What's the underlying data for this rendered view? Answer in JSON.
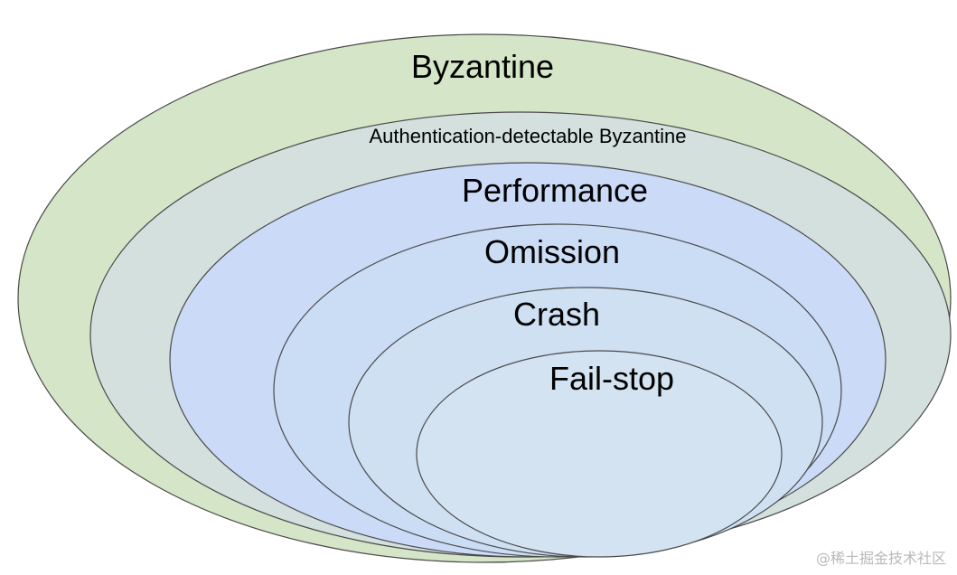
{
  "rings": [
    {
      "label": "Byzantine",
      "fill": "#d5e5c7"
    },
    {
      "label": "Authentication-detectable Byzantine",
      "fill": "#d3e0de"
    },
    {
      "label": "Performance",
      "fill": "#cbdaf6"
    },
    {
      "label": "Omission",
      "fill": "#cbdcf5"
    },
    {
      "label": "Crash",
      "fill": "#cfe0f3"
    },
    {
      "label": "Fail-stop",
      "fill": "#d3e3f1"
    }
  ],
  "stroke": "#4a4a4a",
  "watermark": "@稀土掘金技术社区"
}
